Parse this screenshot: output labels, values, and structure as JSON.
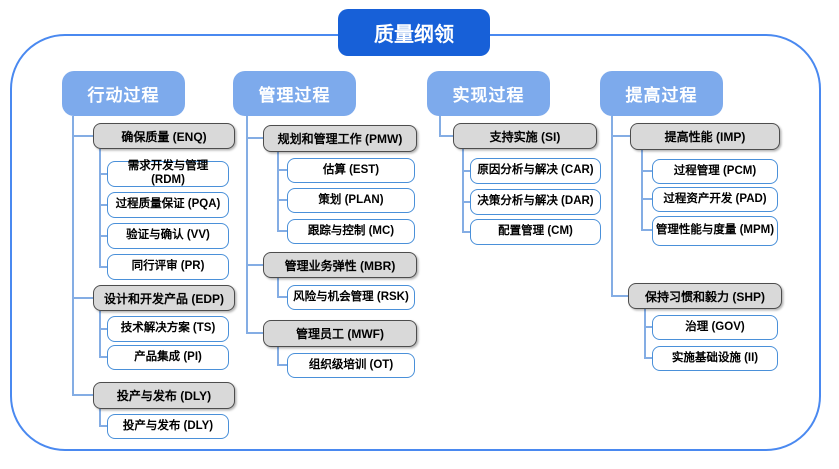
{
  "title": "质量纲领",
  "columns": [
    {
      "header": "行动过程",
      "groups": [
        {
          "label": "确保质量 (ENQ)",
          "children": [
            "需求开发与管理 (RDM)",
            "过程质量保证 (PQA)",
            "验证与确认 (VV)",
            "同行评审 (PR)"
          ]
        },
        {
          "label": "设计和开发产品 (EDP)",
          "children": [
            "技术解决方案 (TS)",
            "产品集成 (PI)"
          ]
        },
        {
          "label": "投产与发布 (DLY)",
          "children": [
            "投产与发布 (DLY)"
          ]
        }
      ]
    },
    {
      "header": "管理过程",
      "groups": [
        {
          "label": "规划和管理工作 (PMW)",
          "children": [
            "估算 (EST)",
            "策划 (PLAN)",
            "跟踪与控制 (MC)"
          ]
        },
        {
          "label": "管理业务弹性 (MBR)",
          "children": [
            "风险与机会管理 (RSK)"
          ]
        },
        {
          "label": "管理员工 (MWF)",
          "children": [
            "组织级培训 (OT)"
          ]
        }
      ]
    },
    {
      "header": "实现过程",
      "groups": [
        {
          "label": "支持实施 (SI)",
          "children": [
            "原因分析与解决 (CAR)",
            "决策分析与解决 (DAR)",
            "配置管理 (CM)"
          ]
        }
      ]
    },
    {
      "header": "提高过程",
      "groups": [
        {
          "label": "提高性能 (IMP)",
          "children": [
            "过程管理 (PCM)",
            "过程资产开发 (PAD)",
            "管理性能与度量 (MPM)"
          ]
        },
        {
          "label": "保持习惯和毅力 (SHP)",
          "children": [
            "治理 (GOV)",
            "实施基础设施 (II)"
          ]
        }
      ]
    }
  ],
  "colors": {
    "container_border": "#4a89f0",
    "title_bg": "#1760d8",
    "header_bg": "#7daaec",
    "group_bg": "#d9d9d9",
    "group_border": "#4d4d4d",
    "leaf_border": "#4a90d9",
    "connector": "#84ade4"
  }
}
